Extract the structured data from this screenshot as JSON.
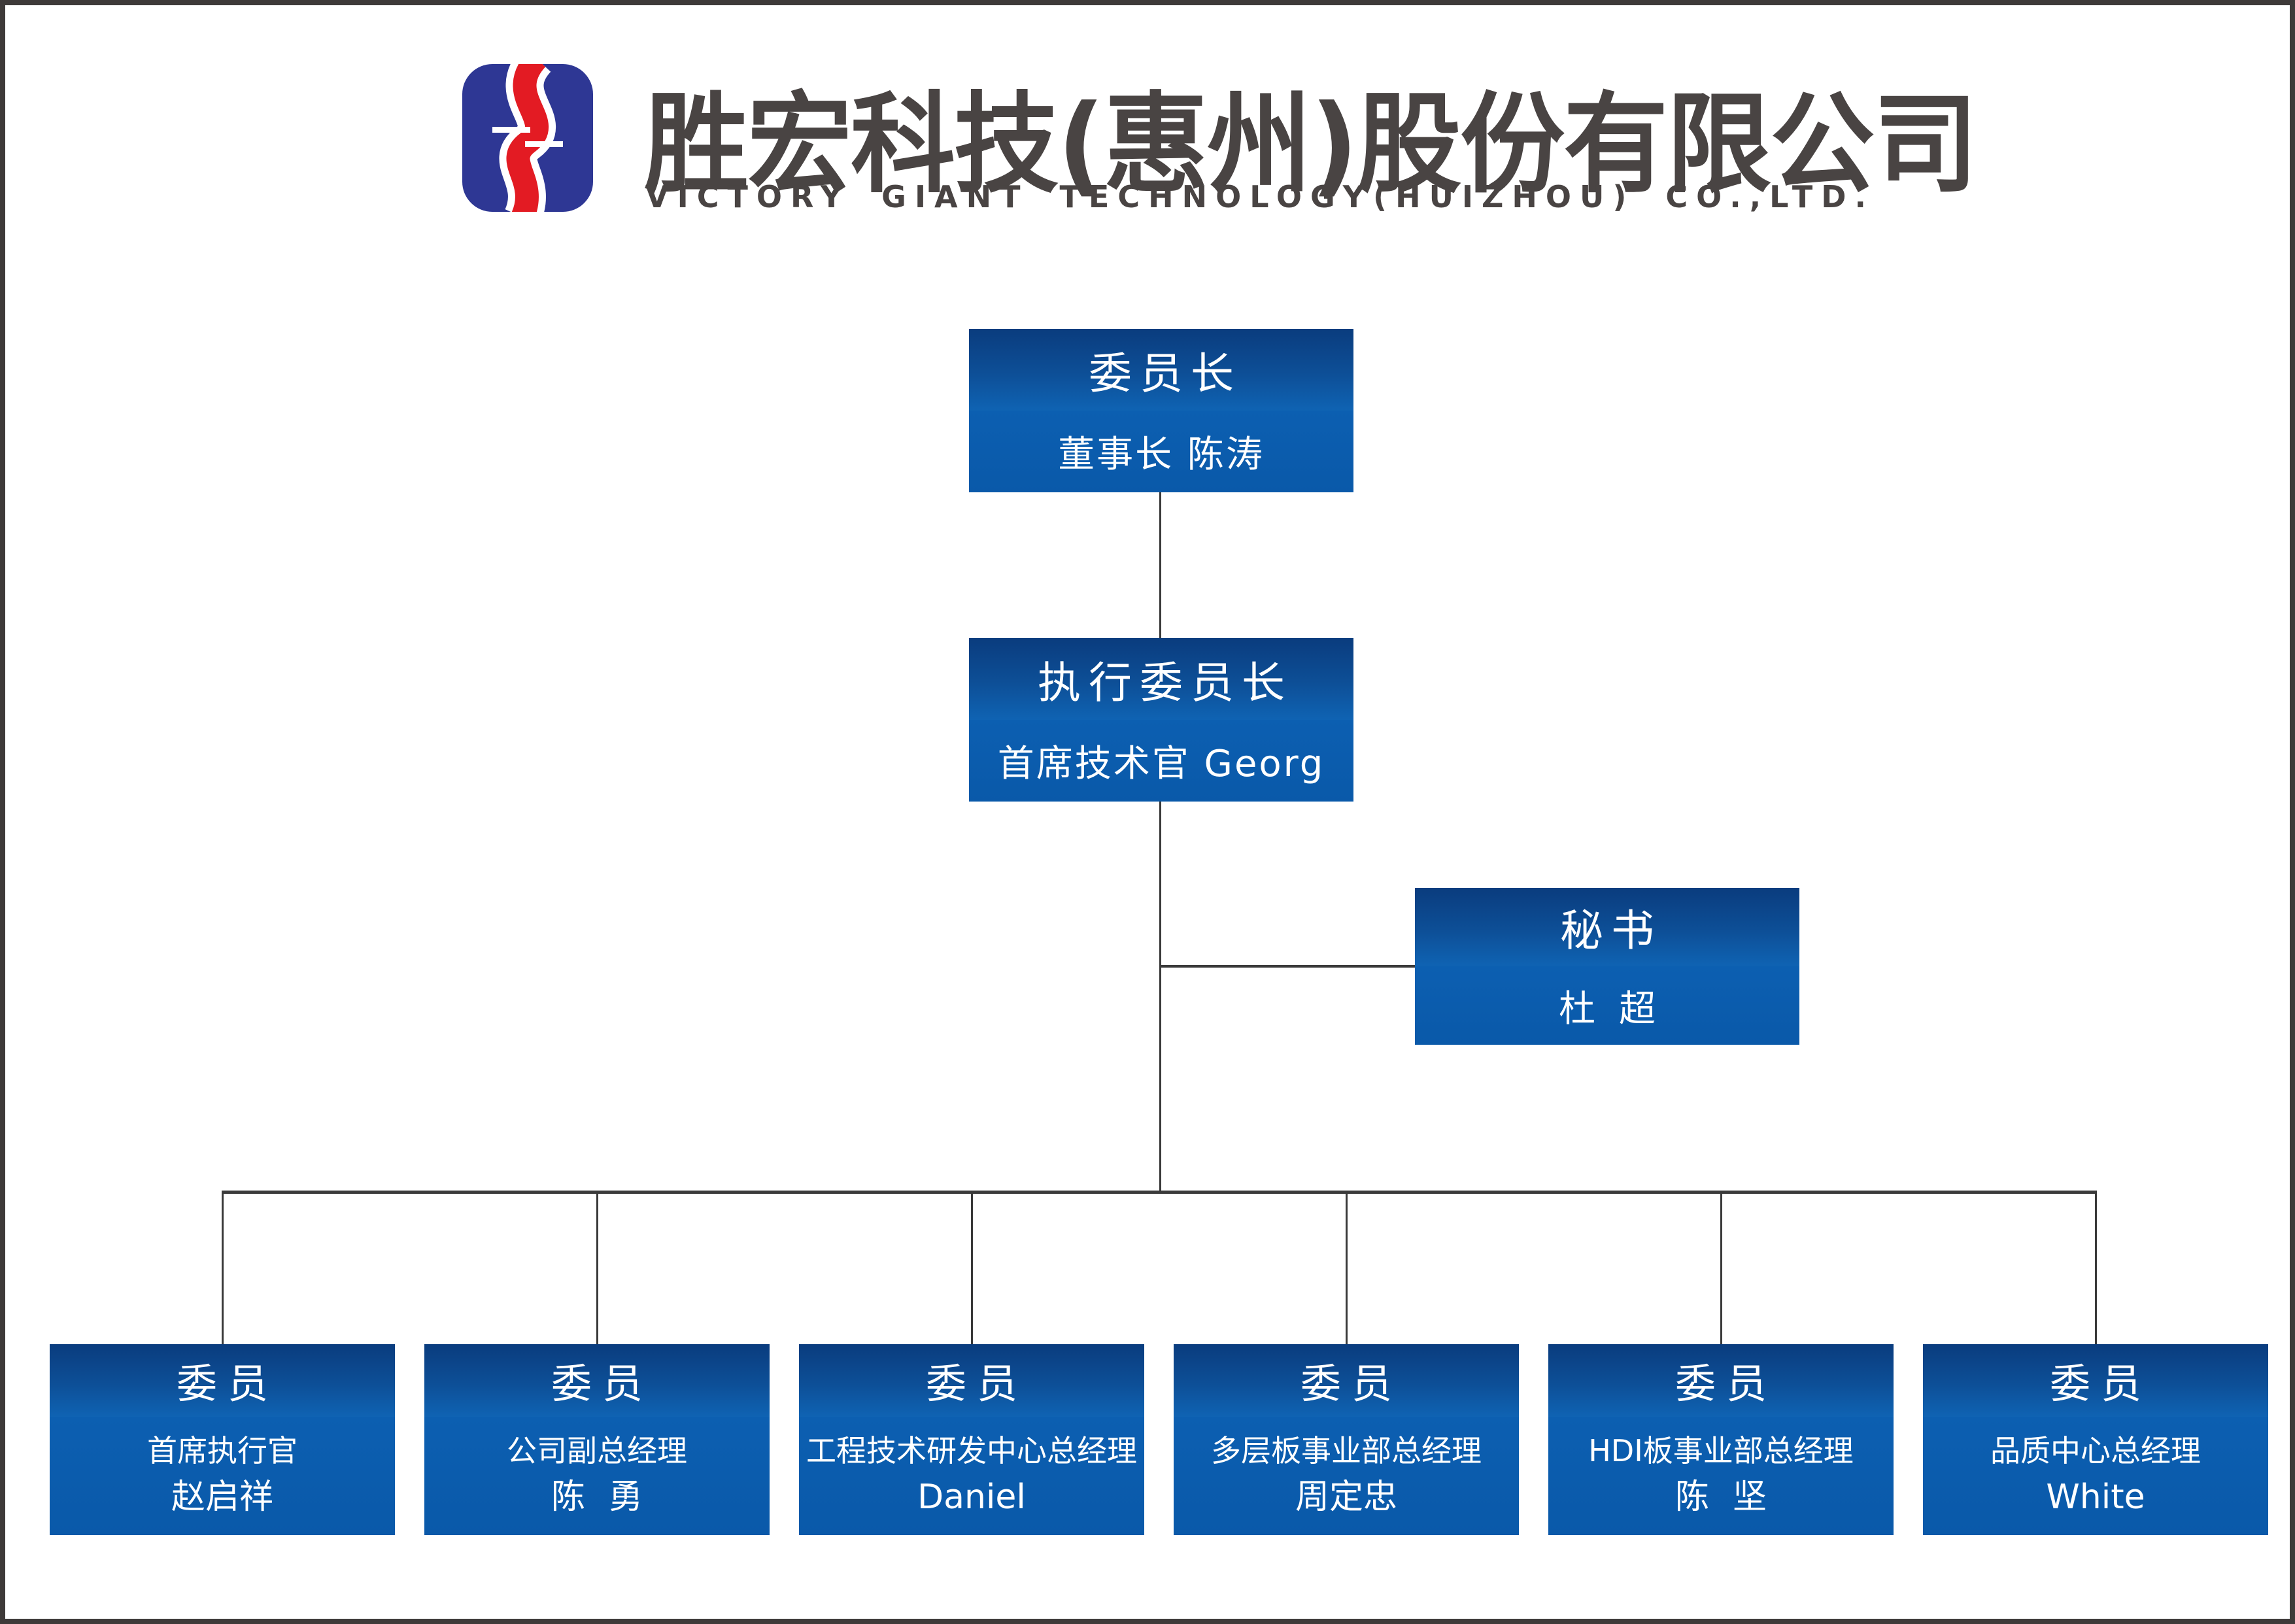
{
  "header": {
    "logo": {
      "name": "victory-giant-logo",
      "blue": "#2e3794",
      "red": "#e31b23"
    },
    "company_name_zh": "胜宏科技(惠州)股份有限公司",
    "company_name_en": "VICTORY GIANT TECHNOLOGY(HUIZHOU) CO.,LTD."
  },
  "org": {
    "chairman": {
      "title": "委员长",
      "subtitle": "董事长 陈涛"
    },
    "executive_chairman": {
      "title": "执行委员长",
      "subtitle": "首席技术官 Georg"
    },
    "secretary": {
      "title": "秘书",
      "name": "杜超"
    },
    "members": [
      {
        "title": "委员",
        "role": "首席执行官",
        "name": "赵启祥"
      },
      {
        "title": "委员",
        "role": "公司副总经理",
        "name": "陈勇"
      },
      {
        "title": "委员",
        "role": "工程技术研发中心总经理",
        "name": "Daniel"
      },
      {
        "title": "委员",
        "role": "多层板事业部总经理",
        "name": "周定忠"
      },
      {
        "title": "委员",
        "role": "HDI板事业部总经理",
        "name": "陈坚"
      },
      {
        "title": "委员",
        "role": "品质中心总经理",
        "name": "White"
      }
    ]
  },
  "colors": {
    "canvas_border": "#3e3a39",
    "heading_text": "#494443",
    "box_gradient_top": "#0a3c7e",
    "box_gradient_mid": "#0f63b3",
    "box_body": "#0c5fb1",
    "box_text": "#ffffff",
    "connector": "#3a3a3a",
    "logo_blue": "#2e3794",
    "logo_red": "#e31b23"
  }
}
